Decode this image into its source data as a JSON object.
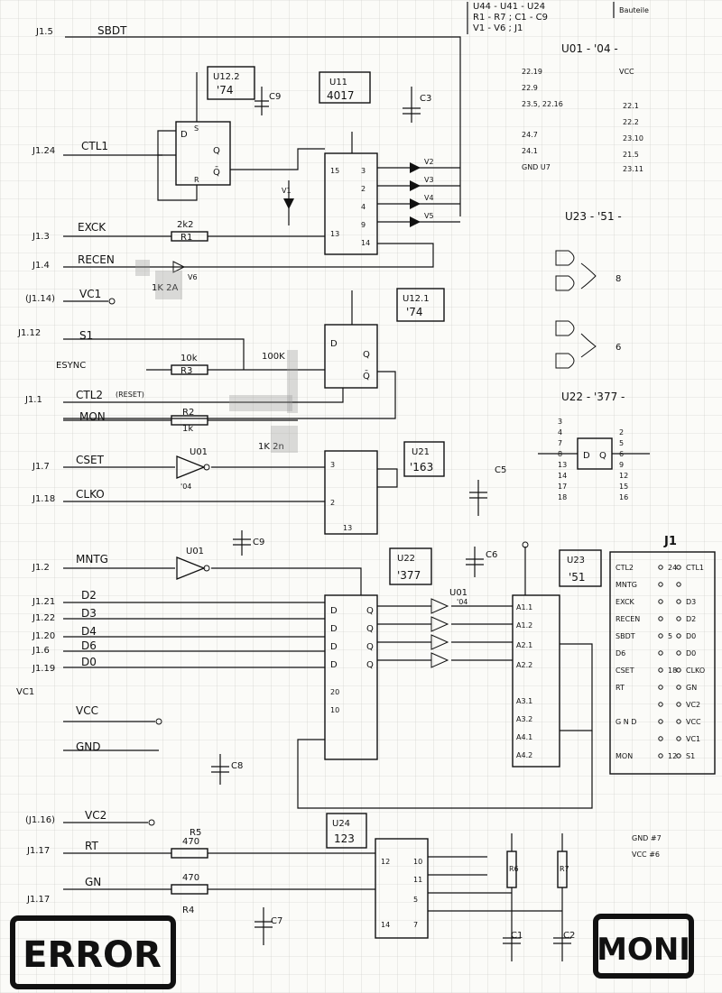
{
  "header": {
    "parts_line1": "U44 - U41 - U24",
    "parts_line2": "R1 - R7 ; C1 - C9",
    "parts_word": "Bauteile",
    "parts_line3": "V1 - V6 ; J1"
  },
  "chips": {
    "u12_2": {
      "name": "U12.2",
      "type": "'74"
    },
    "u11": {
      "name": "U11",
      "type": "4017"
    },
    "u12_1": {
      "name": "U12.1",
      "type": "'74"
    },
    "u21": {
      "name": "U21",
      "type": "'163"
    },
    "u22": {
      "name": "U22",
      "type": "'377"
    },
    "u23": {
      "name": "U23",
      "type": "'51"
    },
    "u24": {
      "name": "U24",
      "type": "123"
    },
    "u01a": {
      "name": "U01",
      "type": "'04"
    },
    "u01b": {
      "name": "U01",
      "type": "'04"
    },
    "u01c": {
      "name": "U01",
      "type": "'04"
    }
  },
  "signals": {
    "sbdt": "SBDT",
    "ctl1": "CTL1",
    "exck": "EXCK",
    "recen": "RECEN",
    "vc1": "VC1",
    "s1": "S1",
    "esync": "ESYNC",
    "ctl2": "CTL2",
    "reset": "(RESET)",
    "mon": "MON",
    "cset": "CSET",
    "clko": "CLKO",
    "mntg": "MNTG",
    "d2": "D2",
    "d3": "D3",
    "d4": "D4",
    "d6": "D6",
    "d0": "D0",
    "vcc": "VCC",
    "gnd": "GND",
    "vc2": "VC2",
    "rt": "RT",
    "gn": "GN"
  },
  "connectors": {
    "j15": "J1.5",
    "j124": "J1.24",
    "j13": "J1.3",
    "j14": "J1.4",
    "j114": "(J1.14)",
    "j12": "J1.12",
    "j11": "J1.1",
    "j17": "J1.7",
    "j118": "J1.18",
    "j1_2": "J1.2",
    "j121": "J1.21",
    "j122": "J1.22",
    "j120": "J1.20",
    "j16": "J1.6",
    "j119": "J1.19",
    "j116": "(J1.16)",
    "j117": "J1.17"
  },
  "components": {
    "r1": "R1",
    "r1v": "2k2",
    "r2": "R2",
    "r2v": "1k",
    "r3": "R3",
    "r3v": "10k",
    "r4": "R4",
    "r4v": "470",
    "r5": "R5",
    "r5v": "470",
    "r6": "R6",
    "r7": "R7",
    "c1": "C1",
    "c2": "C2",
    "c3": "C3",
    "c5": "C5",
    "c6": "C6",
    "c7": "C7",
    "c8": "C8",
    "c9": "C9",
    "v1": "V1",
    "v2": "V2",
    "v3": "V3",
    "v4": "V4",
    "v5": "V5",
    "v6": "V6",
    "note_1k_2a": "1K 2A",
    "note_100k": "100K",
    "note_1k_2n": "1K 2n"
  },
  "right_panel": {
    "u01_title": "U01 - '04 -",
    "u23_title": "U23 - '51 -",
    "u22_title": "U22 - '377 -",
    "j1_title": "J1",
    "gnd_note": "GND #7",
    "vcc_note": "VCC #6",
    "j1_rows": [
      [
        "CTL2",
        "24",
        "CTL1"
      ],
      [
        "MNTG",
        "",
        ""
      ],
      [
        "EXCK",
        "",
        "D3"
      ],
      [
        "RECEN",
        "",
        "D2"
      ],
      [
        "SBDT",
        "5",
        "D0"
      ],
      [
        "D6",
        "",
        "D0"
      ],
      [
        "CSET",
        "18",
        "CLKO"
      ],
      [
        "RT",
        "",
        "GN"
      ],
      [
        "",
        "",
        "VC2"
      ],
      [
        "G N D",
        "",
        "VCC"
      ],
      [
        "",
        "",
        "VC1"
      ],
      [
        "MON",
        "12",
        "S1"
      ]
    ]
  },
  "stamps": {
    "error": "ERROR",
    "moni": "MONI"
  }
}
